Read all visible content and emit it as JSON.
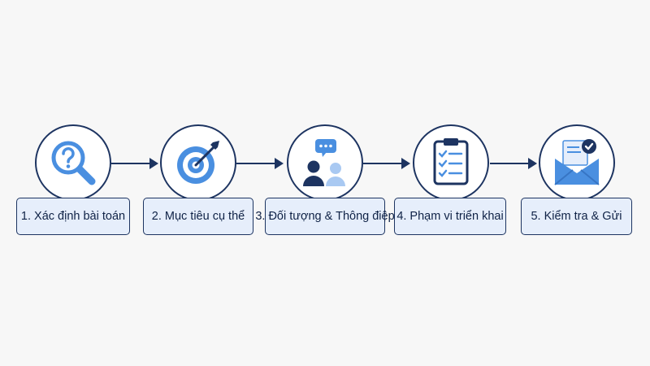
{
  "steps": [
    {
      "label": "1. Xác định bài toán",
      "icon": "magnifier-question-icon"
    },
    {
      "label": "2. Mục tiêu cụ thể",
      "icon": "target-arrow-icon"
    },
    {
      "label": "3. Đối tượng & Thông điệp",
      "icon": "people-chat-icon"
    },
    {
      "label": "4. Phạm vi triển khai",
      "icon": "clipboard-checklist-icon"
    },
    {
      "label": "5. Kiểm tra & Gửi",
      "icon": "envelope-check-icon"
    }
  ],
  "colors": {
    "navy": "#1d3461",
    "blue": "#4a8fe0",
    "light_blue": "#a9c9f2",
    "label_bg": "#e6eefb"
  }
}
